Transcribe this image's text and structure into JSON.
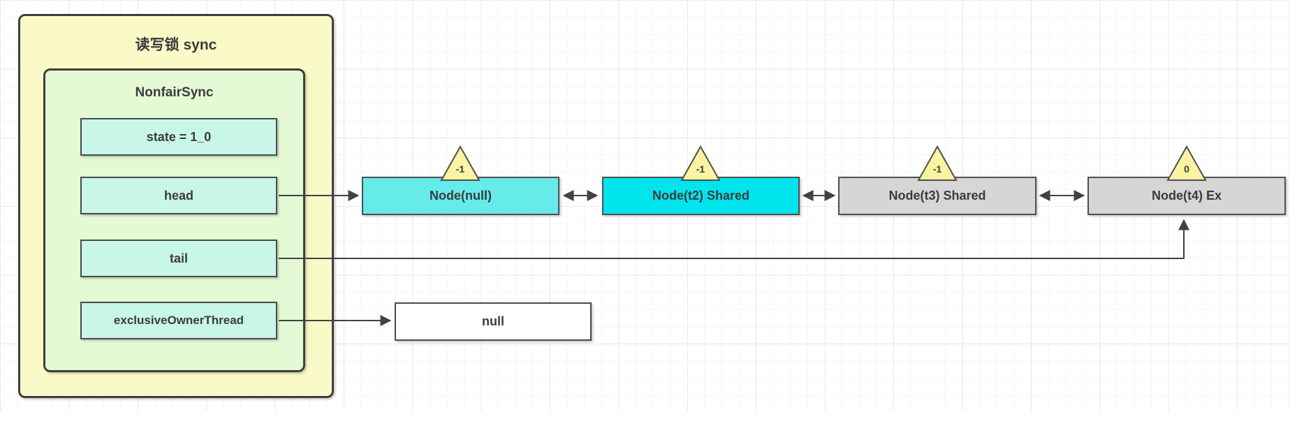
{
  "diagram": {
    "sync_box": {
      "title": "读写锁 sync"
    },
    "nonfair_sync_box": {
      "title": "NonfairSync",
      "fields": [
        {
          "label": "state = 1_0"
        },
        {
          "label": "head"
        },
        {
          "label": "tail"
        },
        {
          "label": "exclusiveOwnerThread"
        }
      ]
    },
    "queue_nodes": [
      {
        "label": "Node(null)",
        "wait_status": "-1"
      },
      {
        "label": "Node(t2) Shared",
        "wait_status": "-1"
      },
      {
        "label": "Node(t3) Shared",
        "wait_status": "-1"
      },
      {
        "label": "Node(t4) Ex",
        "wait_status": "0"
      }
    ],
    "null_box": {
      "label": "null"
    },
    "colors": {
      "sync_box_fill": "#FAFAC8",
      "nonfair_box_fill": "#E3FAD5",
      "field_fill": "#C8F6E8",
      "node_head_fill": "#66EBEB",
      "node_shared_fill": "#00E4EE",
      "node_gray_fill": "#D6D6D6",
      "triangle_fill": "#FAF3A1",
      "arrow_color": "#424242",
      "grid_minor": "#F5F5F5",
      "grid_major": "#E9E9E9"
    }
  }
}
